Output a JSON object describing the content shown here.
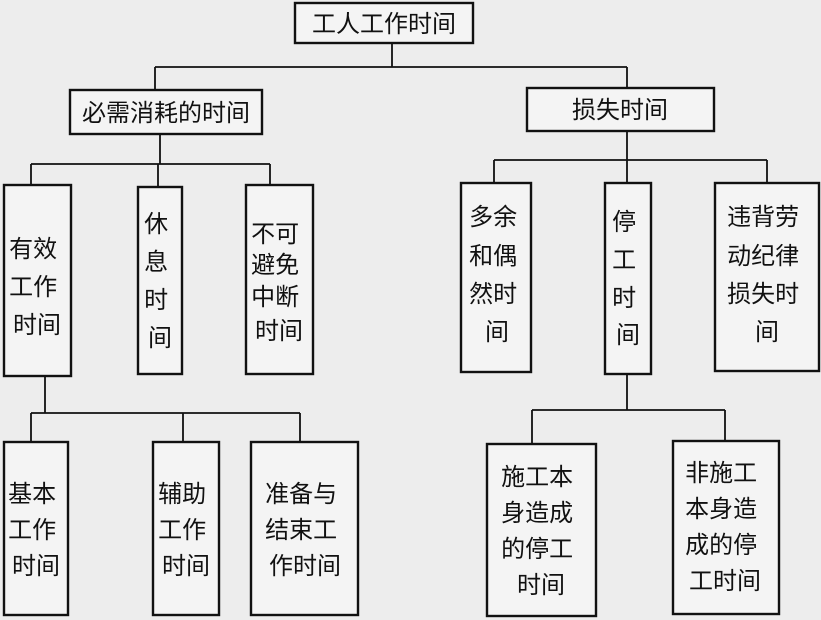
{
  "nodes": {
    "root": [
      "工人工作时间"
    ],
    "necessary": [
      "必需消耗的时间"
    ],
    "loss": [
      "损失时间"
    ],
    "effective": [
      "有效",
      "工作",
      "时间"
    ],
    "rest": [
      "休",
      "息",
      "时",
      "间"
    ],
    "unavoidable": [
      "不可",
      "避免",
      "中断",
      "时间"
    ],
    "redundant": [
      "多余",
      "和偶",
      "然时",
      "间"
    ],
    "downtime": [
      "停",
      "工",
      "时",
      "间"
    ],
    "violation": [
      "违背劳",
      "动纪律",
      "损失时",
      "间"
    ],
    "basic": [
      "基本",
      "工作",
      "时间"
    ],
    "auxiliary": [
      "辅助",
      "工作",
      "时间"
    ],
    "preparation": [
      "准备与",
      "结束工",
      "作时间"
    ],
    "construction_caused": [
      "施工本",
      "身造成",
      "的停工",
      "时间"
    ],
    "non_construction_caused": [
      "非施工",
      "本身造",
      "成的停",
      "工时间"
    ]
  }
}
